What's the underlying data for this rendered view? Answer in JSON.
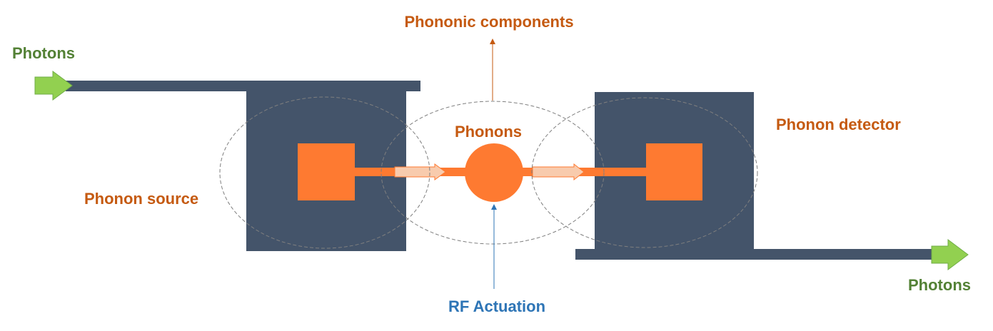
{
  "labels": {
    "photons_in": "Photons",
    "photons_out": "Photons",
    "phononic_components": "Phononic components",
    "phonons": "Phonons",
    "phonon_source": "Phonon source",
    "phonon_detector": "Phonon detector",
    "rf_actuation": "RF Actuation"
  },
  "colors": {
    "slate": "#44546a",
    "orange": "#fe7a31",
    "light_orange": "#f8cbad",
    "label_orange": "#c55a11",
    "green_text": "#538135",
    "green_arrow": "#92d050",
    "blue": "#2e75b6",
    "dash": "#7f7f7f"
  }
}
